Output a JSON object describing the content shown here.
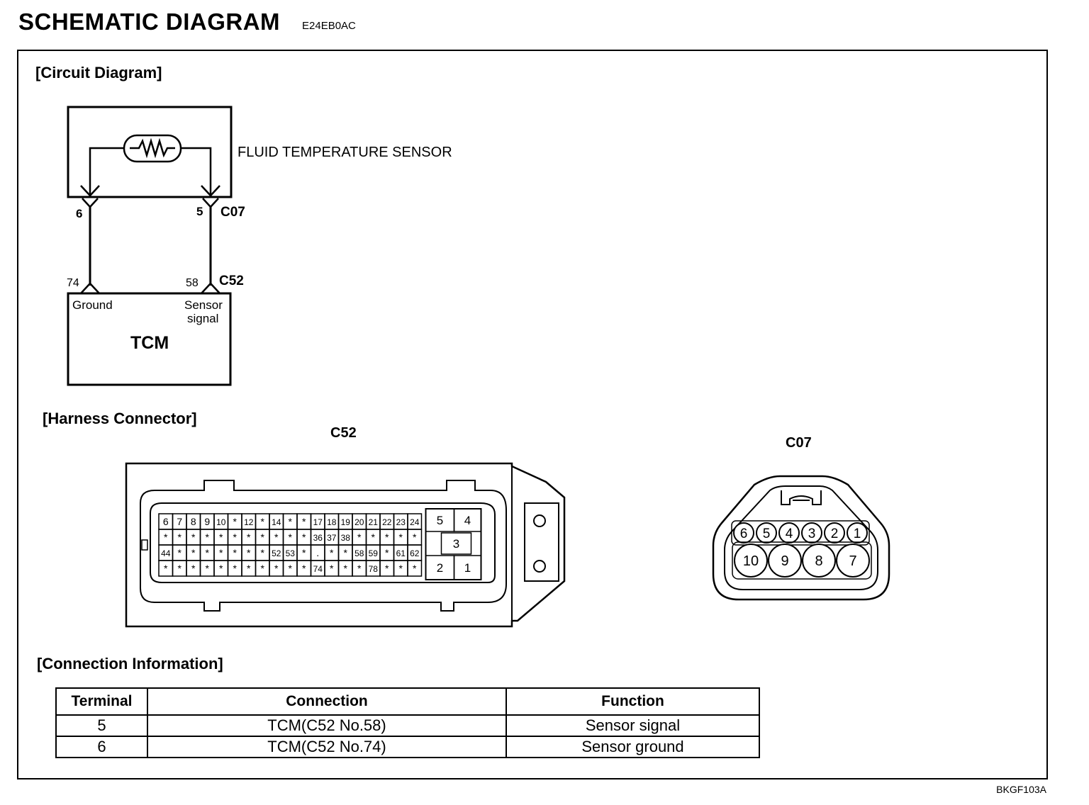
{
  "header": {
    "title": "SCHEMATIC  DIAGRAM",
    "code": "E24EB0AC"
  },
  "sections": {
    "circuit": "[Circuit Diagram]",
    "harness": "[Harness Connector]",
    "connection": "[Connection Information]"
  },
  "circuit": {
    "sensor_label": "FLUID TEMPERATURE SENSOR",
    "module_label": "TCM",
    "connector_top": "C07",
    "connector_bottom": "C52",
    "pins": {
      "c07_left": "6",
      "c07_right": "5",
      "c52_left": "74",
      "c52_right": "58"
    },
    "pin_labels": {
      "left": "Ground",
      "right_line1": "Sensor",
      "right_line2": "signal"
    }
  },
  "harness": {
    "c52_label": "C52",
    "c07_label": "C07",
    "c52_rows": [
      [
        "6",
        "7",
        "8",
        "9",
        "10",
        "*",
        "12",
        "*",
        "14",
        "*",
        "*",
        "17",
        "18",
        "19",
        "20",
        "21",
        "22",
        "23",
        "24"
      ],
      [
        "*",
        "*",
        "*",
        "*",
        "*",
        "*",
        "*",
        "*",
        "*",
        "*",
        "*",
        "36",
        "37",
        "38",
        "*",
        "*",
        "*",
        "*",
        "*"
      ],
      [
        "44",
        "*",
        "*",
        "*",
        "*",
        "*",
        "*",
        "*",
        "52",
        "53",
        "*",
        ".",
        "*",
        "*",
        "58",
        "59",
        "*",
        "61",
        "62"
      ],
      [
        "*",
        "*",
        "*",
        "*",
        "*",
        "*",
        "*",
        "*",
        "*",
        "*",
        "*",
        "74",
        "*",
        "*",
        "*",
        "78",
        "*",
        "*",
        "*"
      ]
    ],
    "c52_big": {
      "p5": "5",
      "p4": "4",
      "p3": "3",
      "p2": "2",
      "p1": "1"
    },
    "c07_small": [
      "6",
      "5",
      "4",
      "3",
      "2",
      "1"
    ],
    "c07_big": [
      "10",
      "9",
      "8",
      "7"
    ]
  },
  "connection_table": {
    "headers": [
      "Terminal",
      "Connection",
      "Function"
    ],
    "rows": [
      [
        "5",
        "TCM(C52 No.58)",
        "Sensor signal"
      ],
      [
        "6",
        "TCM(C52 No.74)",
        "Sensor ground"
      ]
    ]
  },
  "footer": {
    "figure_code": "BKGF103A"
  }
}
